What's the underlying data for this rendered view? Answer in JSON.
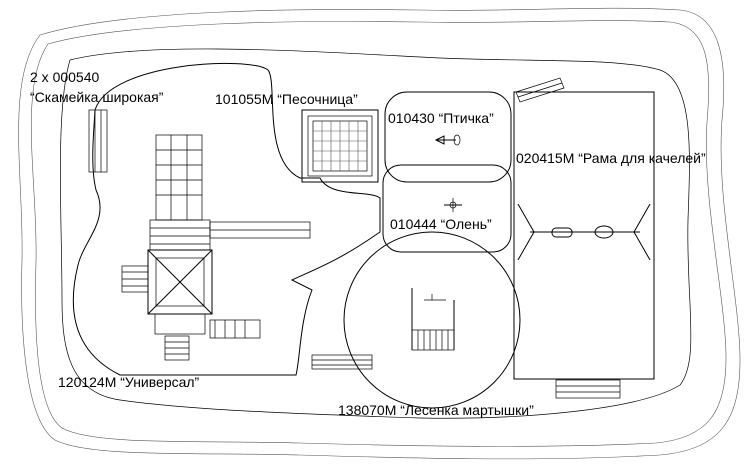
{
  "plan": {
    "labels": {
      "bench_count": "2 х 000540",
      "bench_name": "“Скамейка широкая”",
      "sandbox": "101055M “Песочница”",
      "bird": "010430 “Птичка”",
      "swing_frame": "020415M “Рама для качелей”",
      "deer": "010444 “Олень”",
      "universal": "120124M “Универсал”",
      "monkey_ladder": "138070M “Лесенка мартышки”"
    }
  }
}
